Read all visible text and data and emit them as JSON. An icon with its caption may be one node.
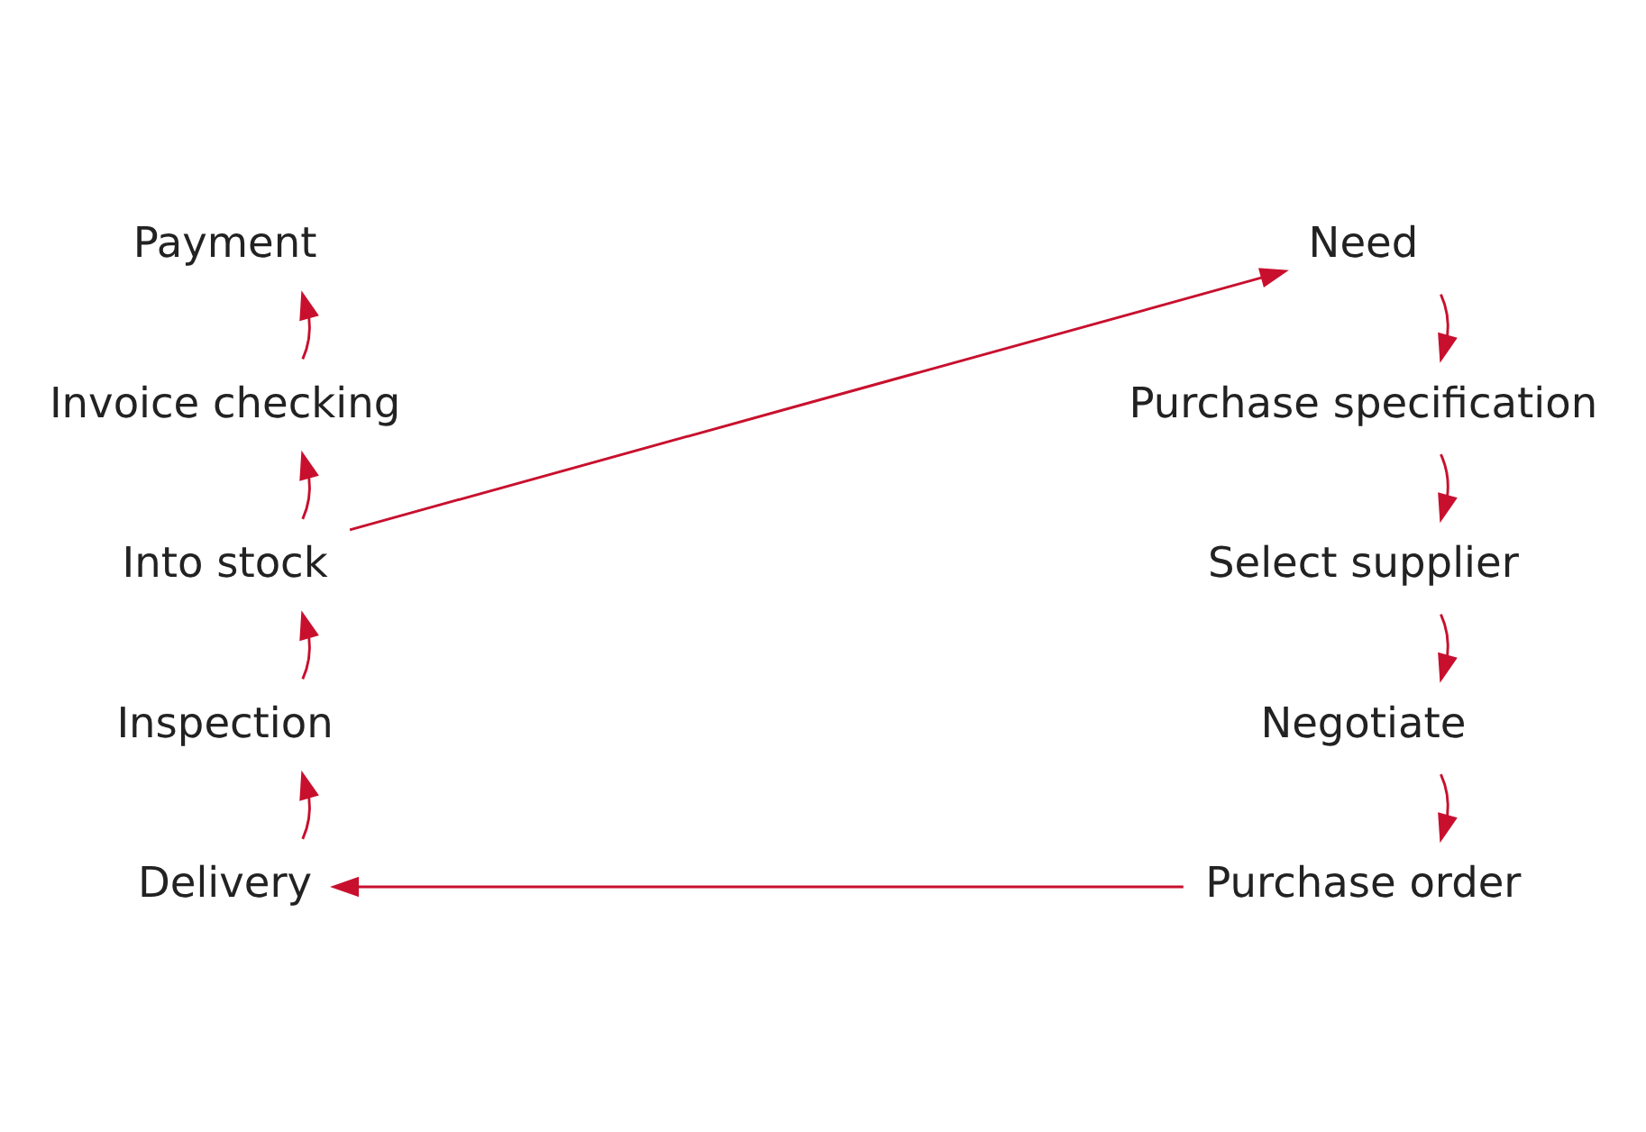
{
  "diagram": {
    "nodes": [
      {
        "text": [
          "Need"
        ]
      },
      {
        "text": [
          "Payment"
        ]
      },
      {
        "text": [
          "Purchase specification"
        ]
      },
      {
        "text": [
          "Invoice checking"
        ]
      },
      {
        "text": [
          "Select supplier"
        ]
      },
      {
        "text": [
          "Into stock"
        ]
      },
      {
        "text": [
          "Negotiate"
        ]
      },
      {
        "text": [
          "Inspection"
        ]
      },
      {
        "text": [
          "Purchase order"
        ]
      },
      {
        "text": [
          "Delivery"
        ]
      }
    ],
    "edges": [
      {
        "from": 0,
        "to": 2,
        "arrow": "to"
      },
      {
        "from": 2,
        "to": 4,
        "arrow": "to"
      },
      {
        "from": 4,
        "to": 6,
        "arrow": "to"
      },
      {
        "from": 6,
        "to": 8,
        "arrow": "to"
      },
      {
        "from": 8,
        "to": 9,
        "arrow": "to"
      },
      {
        "from": 9,
        "to": 7,
        "arrow": "to"
      },
      {
        "from": 7,
        "to": 5,
        "arrow": "to"
      },
      {
        "from": 5,
        "to": 3,
        "arrow": "to"
      },
      {
        "from": 3,
        "to": 1,
        "arrow": "to"
      },
      {
        "from": 5,
        "to": 0,
        "arrow": "to"
      }
    ]
  }
}
